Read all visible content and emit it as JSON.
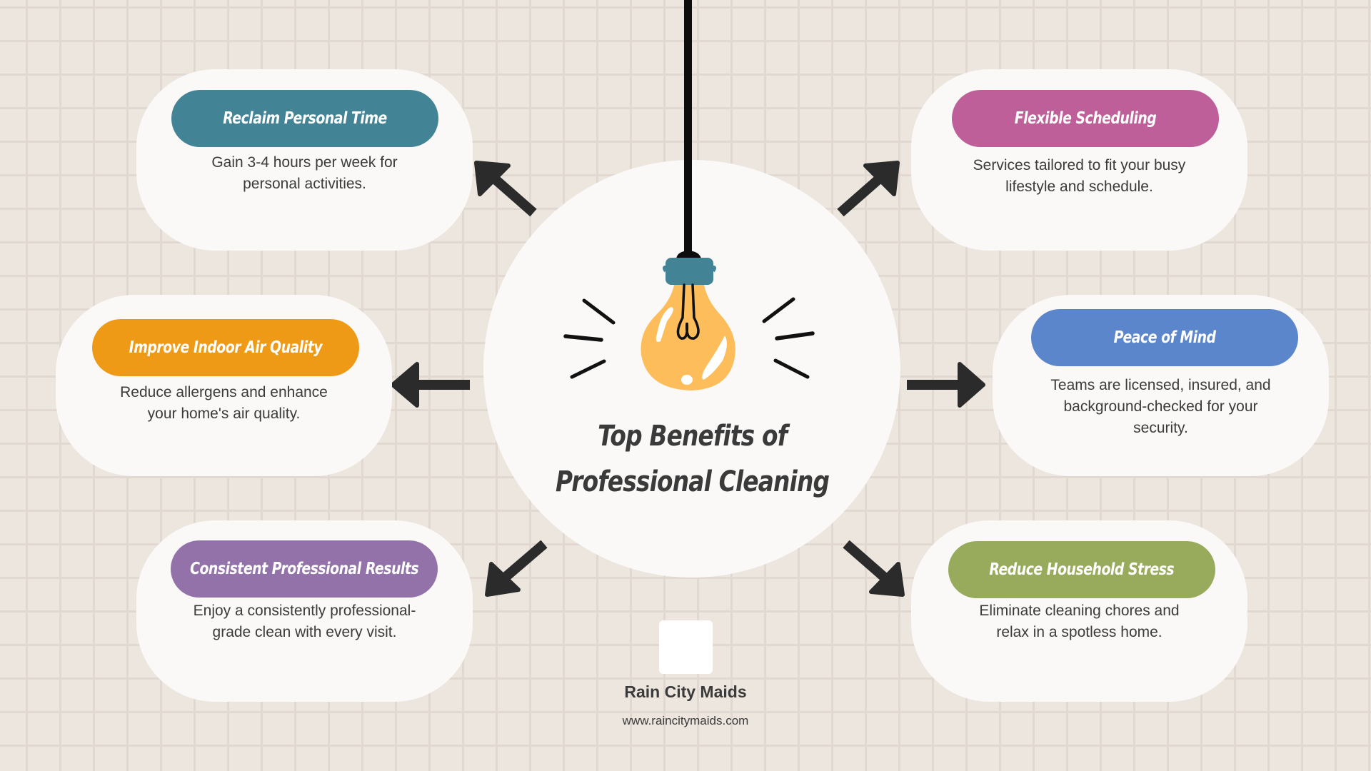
{
  "title": {
    "line1": "Top Benefits of",
    "line2": "Professional Cleaning"
  },
  "benefits": [
    {
      "heading": "Reclaim Personal Time",
      "description": "Gain 3-4 hours per week for personal activities.",
      "color": "#428395",
      "position": "top-left"
    },
    {
      "heading": "Flexible Scheduling",
      "description": "Services tailored to fit your busy lifestyle and schedule.",
      "color": "#bf5f99",
      "position": "top-right"
    },
    {
      "heading": "Improve Indoor Air Quality",
      "description": "Reduce allergens and enhance your home's air quality.",
      "color": "#ef9a17",
      "position": "middle-left"
    },
    {
      "heading": "Peace of Mind",
      "description": "Teams are licensed, insured, and background-checked for your security.",
      "color": "#5b86cb",
      "position": "middle-right"
    },
    {
      "heading": "Consistent Professional Results",
      "description": "Enjoy a consistently professional-grade clean with every visit.",
      "color": "#9272a8",
      "position": "bottom-left"
    },
    {
      "heading": "Reduce Household Stress",
      "description": "Eliminate cleaning chores and relax in a spotless home.",
      "color": "#98ab5c",
      "position": "bottom-right"
    }
  ],
  "footer": {
    "brand": "Rain City Maids",
    "url": "www.raincitymaids.com"
  },
  "icons": {
    "center": "lightbulb-icon",
    "arrows": "arrow-icon"
  },
  "colors": {
    "background": "#ede6df",
    "card": "#faf9f7",
    "text": "#3a3a3a",
    "arrow": "#2b2b2b",
    "bulb": "#fdbd5a",
    "socket": "#428395"
  }
}
